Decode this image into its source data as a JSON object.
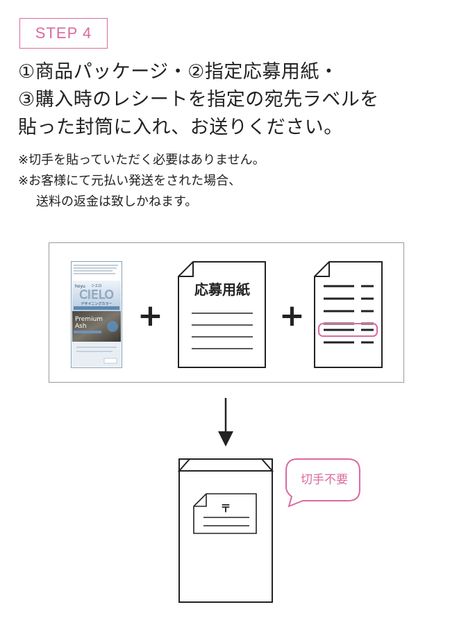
{
  "step": {
    "label": "STEP 4"
  },
  "instruction": {
    "lines": [
      "①商品パッケージ・②指定応募用紙・",
      "③購入時のレシートを指定の宛先ラベルを",
      "貼った封筒に入れ、お送りください。"
    ]
  },
  "notes": {
    "line1": "※切手を貼っていただく必要はありません。",
    "line2": "※お客様にて元払い発送をされた場合、",
    "line3": "送料の返金は致しかねます。"
  },
  "items": {
    "package": {
      "brand_small": "hoyu",
      "sub_brand": "シエロ",
      "brand": "CIELO",
      "product_line": "デザイニングカラー",
      "shade": "Premium",
      "shade2": "Ash",
      "icon": "product-package-icon"
    },
    "plus_symbol": "+",
    "form": {
      "title": "応募用紙",
      "icon": "application-form-icon"
    },
    "receipt": {
      "icon": "receipt-icon",
      "highlight_color": "#d96a9f"
    }
  },
  "envelope": {
    "postal_mark": "〒",
    "stamp_bubble": "切手不要",
    "icon": "envelope-icon"
  },
  "colors": {
    "accent": "#d96a9f",
    "border": "#9a9a9a",
    "text": "#222222"
  }
}
